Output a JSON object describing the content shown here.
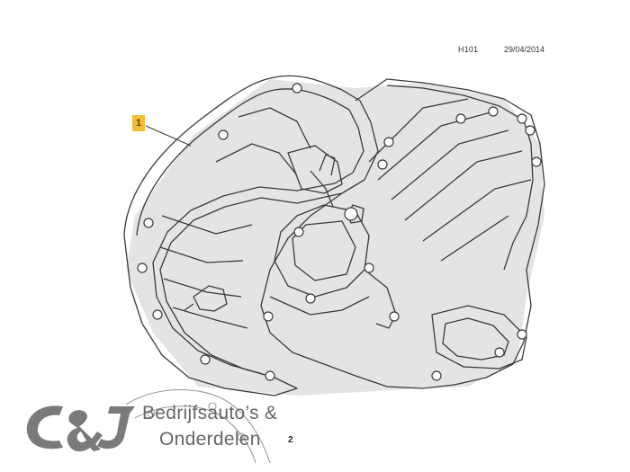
{
  "header": {
    "code": "H101",
    "date": "29/04/2014"
  },
  "callout": {
    "label": "1"
  },
  "bottom_callout": {
    "label": "2"
  },
  "watermark": {
    "logo_text": "C&J",
    "line1": "Bedrijfsauto’s &",
    "line2": "Onderdelen"
  },
  "colors": {
    "line": "#3a3a3a",
    "shade": "#c9c9c9",
    "callout": "#f2bd36",
    "logo": "#7a7a7a"
  }
}
